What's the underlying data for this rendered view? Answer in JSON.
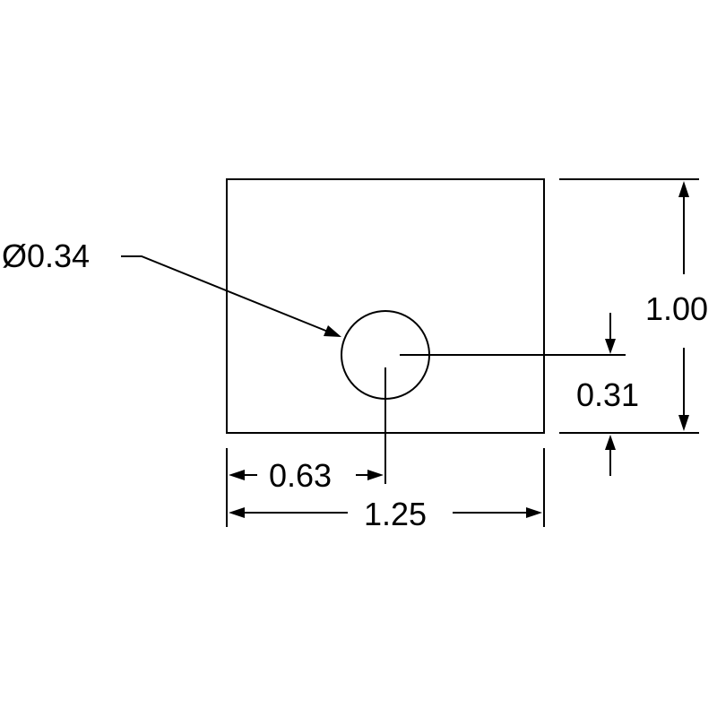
{
  "drawing": {
    "line_color": "#000000",
    "background": "#ffffff",
    "part": {
      "width": 1.25,
      "height": 1.0,
      "hole_diameter": 0.34,
      "hole_center_x": 0.63,
      "hole_center_y": 0.31
    },
    "labels": {
      "hole_diameter": "Ø0.34",
      "overall_height": "1.00",
      "hole_offset_y": "0.31",
      "hole_offset_x": "0.63",
      "overall_width": "1.25"
    }
  }
}
